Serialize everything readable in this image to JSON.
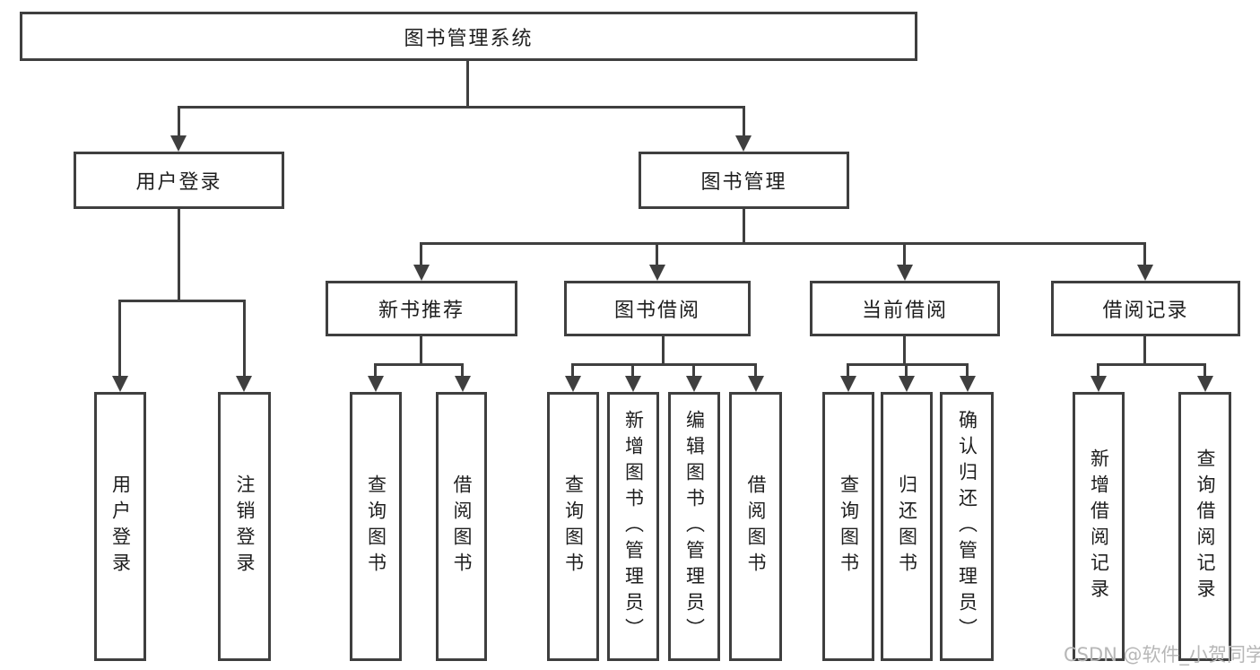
{
  "diagram": {
    "root": {
      "label": "图书管理系统"
    },
    "level1": [
      {
        "label": "用户登录"
      },
      {
        "label": "图书管理"
      }
    ],
    "level2": [
      {
        "label": "新书推荐"
      },
      {
        "label": "图书借阅"
      },
      {
        "label": "当前借阅"
      },
      {
        "label": "借阅记录"
      }
    ],
    "leaves": {
      "user_login": [
        "用户登录",
        "注销登录"
      ],
      "new_book": [
        "查询图书",
        "借阅图书"
      ],
      "borrow": [
        "查询图书",
        "新增图书（管理员）",
        "编辑图书（管理员）",
        "借阅图书"
      ],
      "current": [
        "查询图书",
        "归还图书",
        "确认归还（管理员）"
      ],
      "records": [
        "新增借阅记录",
        "查询借阅记录"
      ]
    }
  },
  "watermark": "CSDN @软件_小贺同学",
  "colors": {
    "line": "#3f3f3f",
    "text": "#1e1e1e",
    "watermark": "#b7b7b7",
    "background": "#ffffff"
  }
}
